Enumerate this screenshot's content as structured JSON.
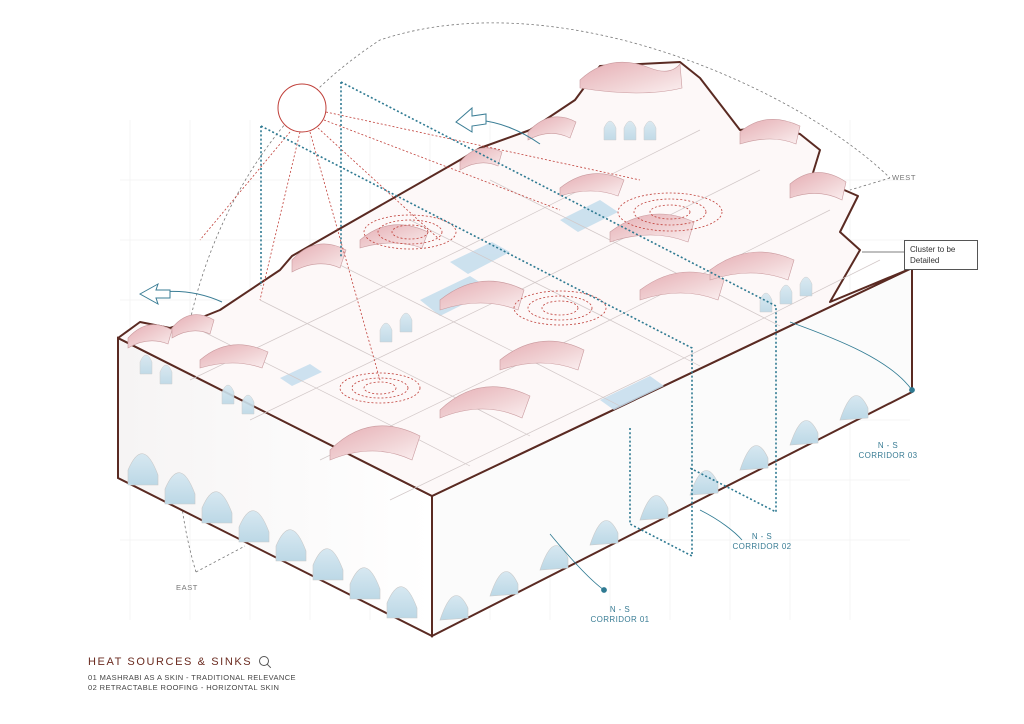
{
  "compass": {
    "east": "EAST",
    "west": "WEST"
  },
  "callout": {
    "line1": "Cluster to be",
    "line2": "Detailed"
  },
  "corridors": [
    {
      "line1": "N - S",
      "line2": "CORRIDOR 01"
    },
    {
      "line1": "N - S",
      "line2": "CORRIDOR 02"
    },
    {
      "line1": "N - S",
      "line2": "CORRIDOR 03"
    }
  ],
  "legend": {
    "title": "Heat Sources & Sinks",
    "items": [
      "01 MASHRABI AS A SKIN - TRADITIONAL RELEVANCE",
      "02 RETRACTABLE ROOFING - HORIZONTAL SKIN"
    ]
  },
  "colors": {
    "outline": "#5a2a22",
    "roof": "#e7b9bd",
    "cool": "#a9cfe0",
    "corridor": "#2f7a92",
    "sun": "#c0403a"
  },
  "icons": {
    "sun": "sun-circle-icon",
    "arrow": "airflow-arrow-icon",
    "legend": "magnifier-icon"
  }
}
